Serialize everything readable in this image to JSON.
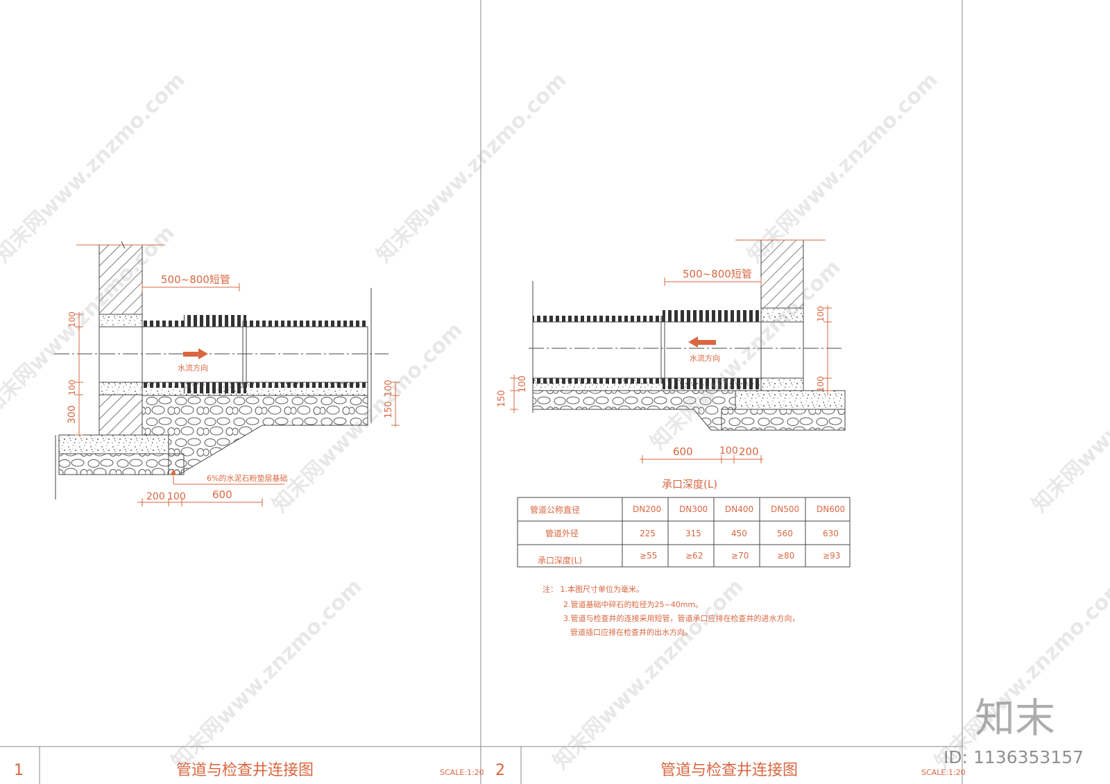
{
  "watermark": {
    "text": "知末网www.znzmo.com",
    "logo": "知末",
    "id_label": "ID: 1136353157"
  },
  "sheet1": {
    "number": "1",
    "title": "管道与检查井连接图",
    "scale": "SCALE:1:20",
    "short_pipe_label": "500~800短管",
    "flow_label": "水流方向",
    "base_note": "6%的水泥石粉垫层基础",
    "dims": {
      "wall_cap": "100",
      "bed_left": "100",
      "height_left": "300",
      "bed_right": "100",
      "height_right": "150",
      "bottom_a": "200",
      "bottom_b": "100",
      "bottom_c": "600"
    }
  },
  "sheet2": {
    "number": "2",
    "title": "管道与检查井连接图",
    "scale": "SCALE:1:20",
    "short_pipe_label": "500~800短管",
    "flow_label": "水流方向",
    "dims": {
      "height_left": "150",
      "bed_left": "100",
      "wall_cap": "100",
      "bed_right": "100",
      "bottom_a": "600",
      "bottom_b": "100",
      "bottom_c": "200"
    },
    "table": {
      "title": "承口深度(L)",
      "headers": [
        "管道公称直径",
        "DN200",
        "DN300",
        "DN400",
        "DN500",
        "DN600"
      ],
      "rows": [
        [
          "管道外径",
          "225",
          "315",
          "450",
          "560",
          "630"
        ],
        [
          "承口深度(L)",
          "≥55",
          "≥62",
          "≥70",
          "≥80",
          "≥93"
        ]
      ]
    },
    "notes": [
      "注：  1.本图尺寸单位为毫米。",
      "2.管道基础中碎石的粒径为25~40mm。",
      "3.管道与检查井的连接采用短管，管道承口应排在检查井的进水方向，",
      "管道插口应排在检查井的出水方向。"
    ]
  },
  "colors": {
    "accent": "#d9663f",
    "line": "#555555"
  }
}
